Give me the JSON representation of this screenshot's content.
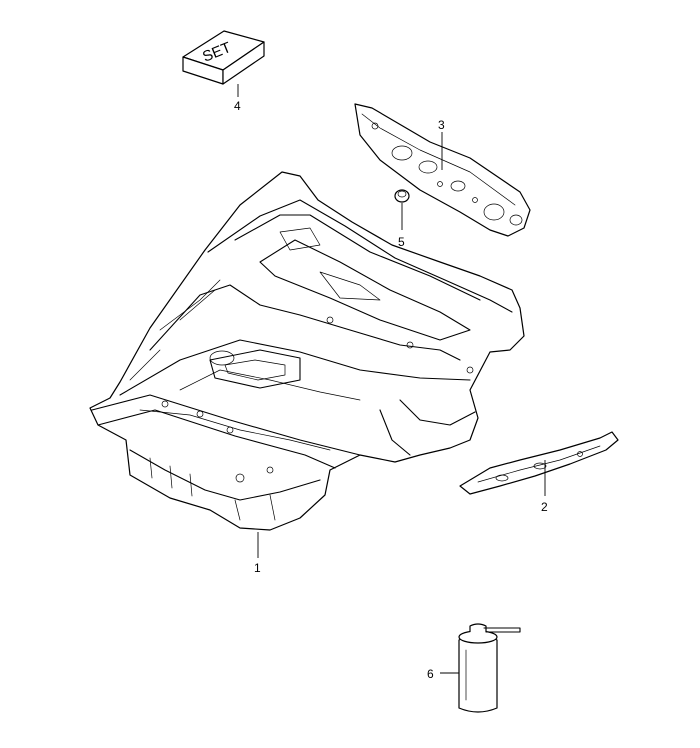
{
  "set_box": {
    "label": "SET"
  },
  "callouts": [
    {
      "id": "1",
      "label": "1"
    },
    {
      "id": "2",
      "label": "2"
    },
    {
      "id": "3",
      "label": "3"
    },
    {
      "id": "4",
      "label": "4"
    },
    {
      "id": "5",
      "label": "5"
    },
    {
      "id": "6",
      "label": "6"
    }
  ]
}
